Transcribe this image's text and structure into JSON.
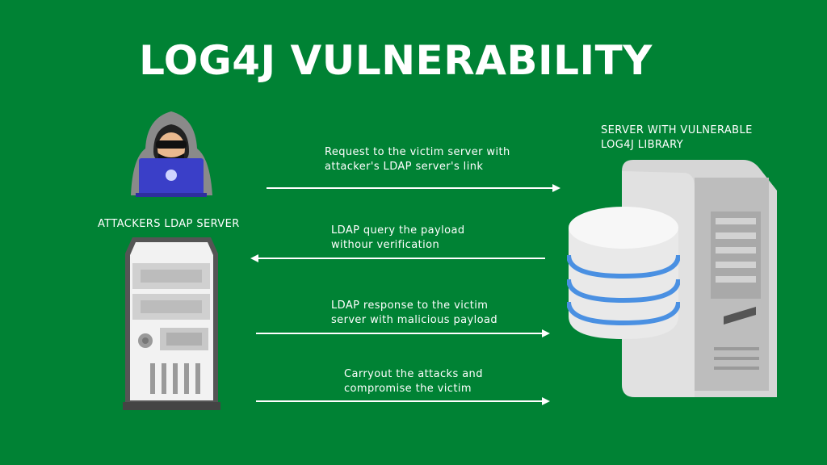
{
  "title": "LOG4J VULNERABILITY",
  "attacker_server_label": "ATTACKERS LDAP SERVER",
  "victim_server_label": [
    "SERVER WITH VULNERABLE",
    "LOG4J LIBRARY"
  ],
  "steps": [
    {
      "lines": [
        "Request to the victim server with",
        "attacker's LDAP server's link"
      ],
      "direction": "right"
    },
    {
      "lines": [
        "LDAP query the payload",
        "withour verification"
      ],
      "direction": "left"
    },
    {
      "lines": [
        "LDAP response to the victim",
        "server with malicious payload"
      ],
      "direction": "right"
    },
    {
      "lines": [
        "Carryout the attacks and",
        "compromise the victim"
      ],
      "direction": "right"
    }
  ],
  "colors": {
    "background": "#008234",
    "text": "#ffffff",
    "laptop": "#3a3fc8",
    "db_ring": "#4a90e2"
  },
  "icons": [
    "hacker-icon",
    "attacker-server-icon",
    "victim-server-icon",
    "database-icon"
  ]
}
